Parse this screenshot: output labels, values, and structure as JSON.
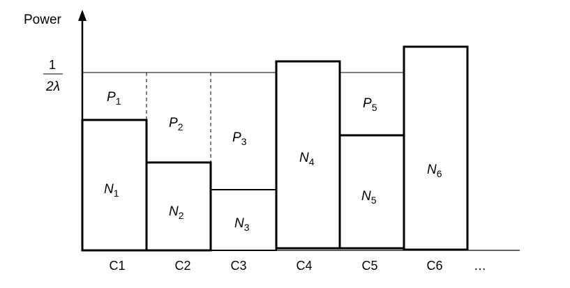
{
  "axis": {
    "y_label": "Power",
    "level_numerator": "1",
    "level_denominator": "2λ",
    "ellipsis": "…"
  },
  "channels": [
    {
      "label": "C1",
      "noise": {
        "sym": "N",
        "sub": "1"
      },
      "power": {
        "sym": "P",
        "sub": "1"
      }
    },
    {
      "label": "C2",
      "noise": {
        "sym": "N",
        "sub": "2"
      },
      "power": {
        "sym": "P",
        "sub": "2"
      }
    },
    {
      "label": "C3",
      "noise": {
        "sym": "N",
        "sub": "3"
      },
      "power": {
        "sym": "P",
        "sub": "3"
      }
    },
    {
      "label": "C4",
      "noise": {
        "sym": "N",
        "sub": "4"
      }
    },
    {
      "label": "C5",
      "noise": {
        "sym": "N",
        "sub": "5"
      },
      "power": {
        "sym": "P",
        "sub": "5"
      }
    },
    {
      "label": "C6",
      "noise": {
        "sym": "N",
        "sub": "6"
      }
    }
  ]
}
